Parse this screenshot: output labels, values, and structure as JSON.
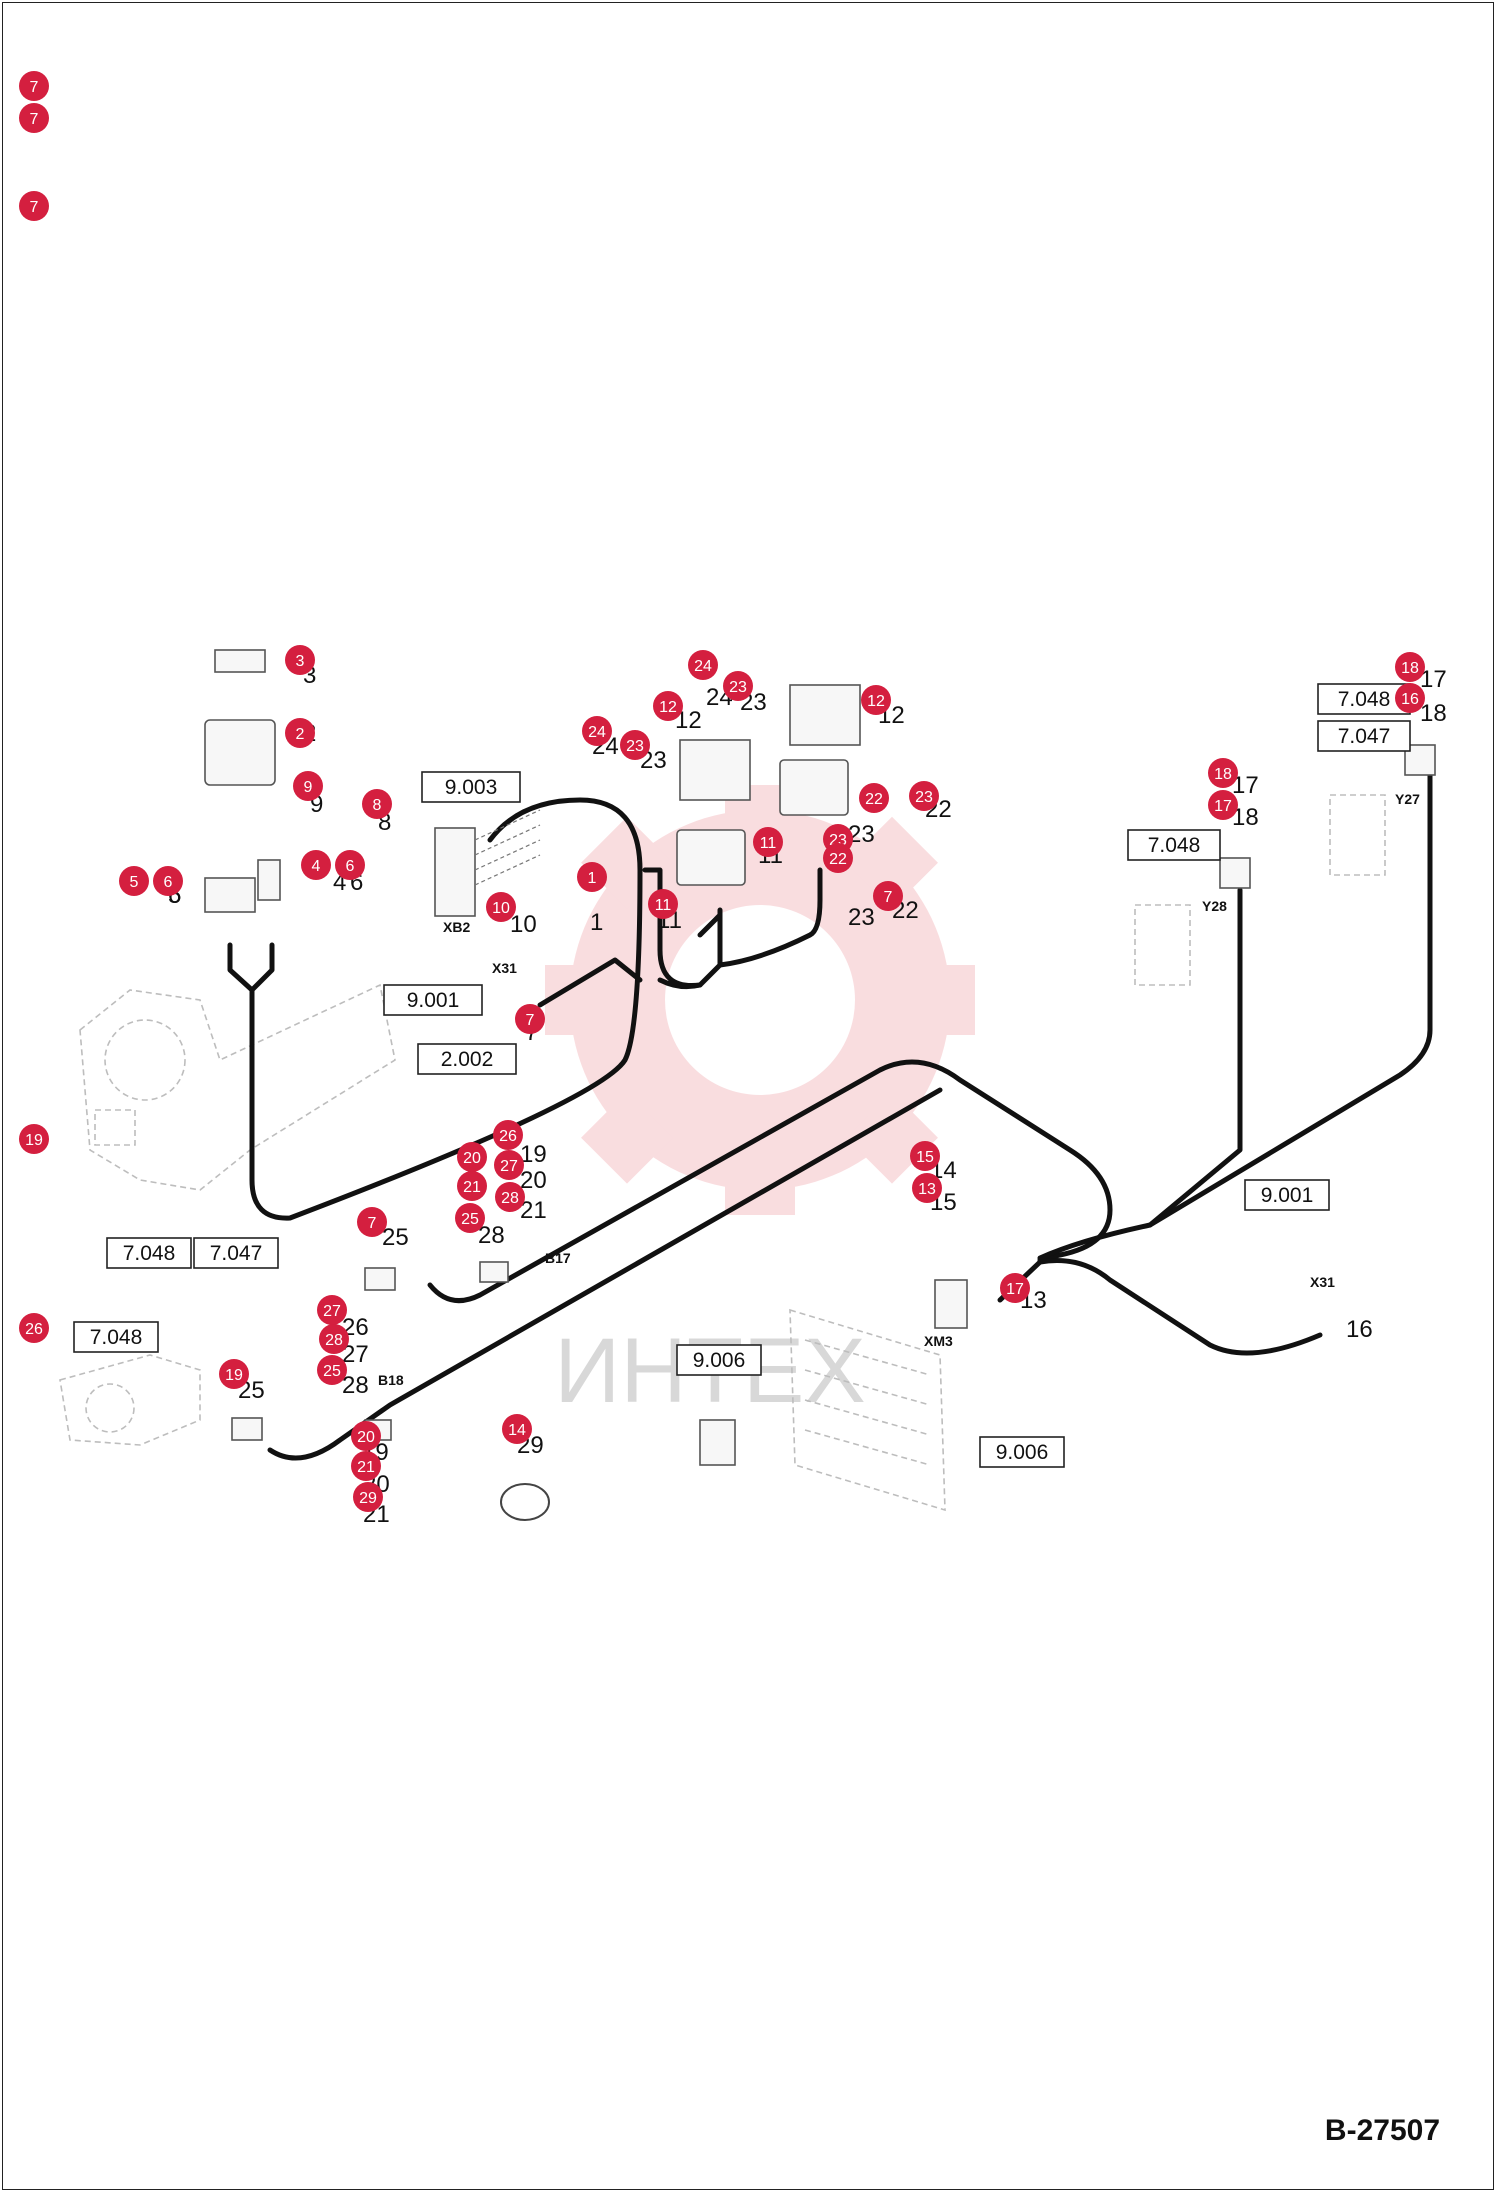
{
  "drawing_number": "B-27507",
  "watermark_text": "ИНТЕХ",
  "callout_color": "#d41f3f",
  "reference_boxes": [
    "9.003",
    "9.001",
    "2.002",
    "7.048",
    "7.047",
    "7.048",
    "7.047",
    "7.048",
    "7.048",
    "9.001",
    "9.006",
    "9.006"
  ],
  "connector_labels": [
    "XB2",
    "X31",
    "B17",
    "XM3",
    "B18",
    "Y28",
    "Y27",
    "X31"
  ],
  "callouts": [
    "7",
    "7",
    "7",
    "3",
    "2",
    "9",
    "8",
    "5",
    "6",
    "4",
    "6",
    "24",
    "23",
    "12",
    "24",
    "23",
    "12",
    "1",
    "10",
    "11",
    "11",
    "23",
    "22",
    "23",
    "22",
    "7",
    "7",
    "19",
    "26",
    "20",
    "27",
    "21",
    "28",
    "25",
    "7",
    "26",
    "27",
    "28",
    "25",
    "19",
    "20",
    "21",
    "29",
    "14",
    "15",
    "13",
    "17",
    "18",
    "17",
    "18",
    "16"
  ],
  "callout_under_numbers": [
    "3",
    "2",
    "9",
    "8",
    "5",
    "6",
    "4",
    "6",
    "24",
    "23",
    "12",
    "24",
    "23",
    "12",
    "1",
    "10",
    "11",
    "11",
    "23",
    "22",
    "23",
    "22",
    "7",
    "19",
    "20",
    "21",
    "28",
    "25",
    "26",
    "27",
    "28",
    "25",
    "19",
    "20",
    "21",
    "29",
    "14",
    "15",
    "13",
    "17",
    "18",
    "17",
    "18",
    "16"
  ]
}
